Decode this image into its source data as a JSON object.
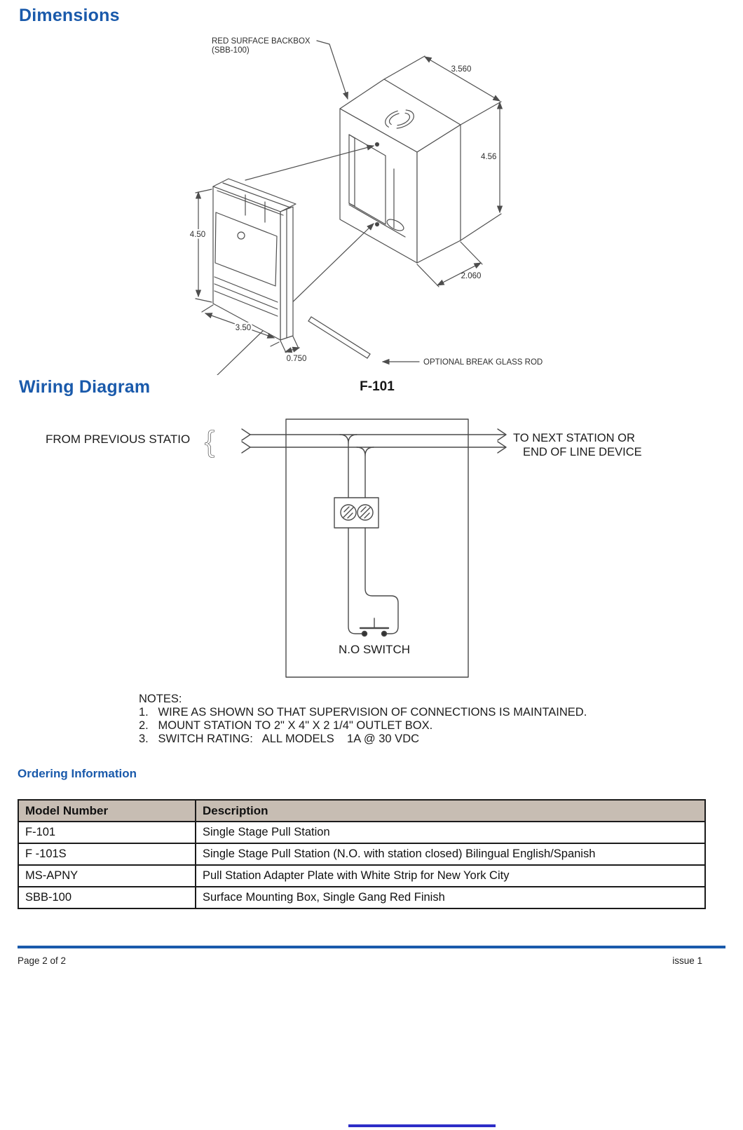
{
  "headings": {
    "dimensions": "Dimensions",
    "wiring": "Wiring Diagram",
    "ordering": "Ordering Information"
  },
  "colors": {
    "accent_blue": "#1a5aab",
    "table_header_bg": "#c7bdb3",
    "drawing_stroke": "#4d4d4d",
    "bottom_line": "#2d2dc8"
  },
  "dimensions_figure": {
    "backbox_label_line1": "RED SURFACE BACKBOX",
    "backbox_label_line2": "(SBB-100)",
    "dim_width": "3.560",
    "dim_height": "4.56",
    "dim_depth": "2.060",
    "dim_station_height": "4.50",
    "dim_station_width": "3.50",
    "dim_station_depth": "0.750",
    "rod_label": "OPTIONAL BREAK GLASS ROD"
  },
  "wiring_figure": {
    "title": "F-101",
    "from_label": "FROM PREVIOUS STATIO",
    "brace": "{",
    "to_label_line1": "TO NEXT STATION OR",
    "to_label_line2": "END OF LINE DEVICE",
    "switch_label": "N.O SWITCH"
  },
  "notes": {
    "title": "NOTES:",
    "items": [
      "1.   WIRE AS SHOWN SO THAT SUPERVISION OF CONNECTIONS IS MAINTAINED.",
      "2.   MOUNT STATION TO 2\" X 4\" X 2 1/4\" OUTLET BOX.",
      "3.   SWITCH RATING:   ALL MODELS    1A @ 30 VDC"
    ]
  },
  "ordering": {
    "table": {
      "headers": [
        "Model Number",
        "Description"
      ],
      "rows": [
        [
          "F-101",
          "Single Stage Pull Station"
        ],
        [
          "F -101S",
          "Single Stage Pull Station (N.O. with station closed) Bilingual English/Spanish"
        ],
        [
          "MS-APNY",
          "Pull Station Adapter Plate with White Strip for New York City"
        ],
        [
          "SBB-100",
          "Surface Mounting Box, Single Gang Red Finish"
        ]
      ]
    }
  },
  "footer": {
    "page": "Page 2 of 2",
    "issue": "issue 1"
  }
}
